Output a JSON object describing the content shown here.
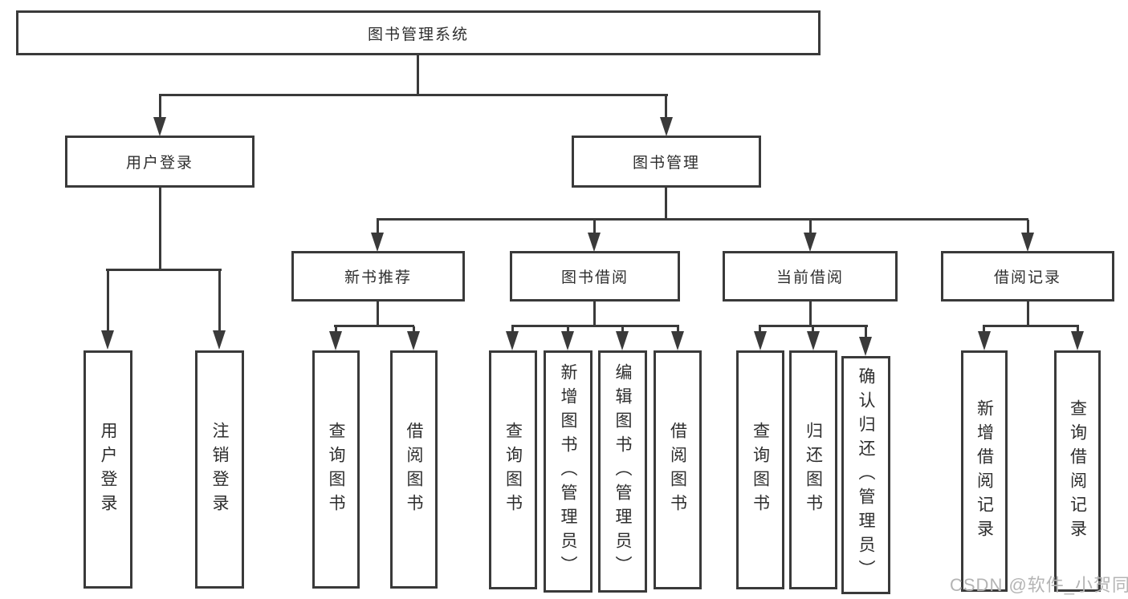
{
  "tree": {
    "label": "图书管理系统",
    "children": [
      {
        "label": "用户登录",
        "children": [
          {
            "label": "用户登录"
          },
          {
            "label": "注销登录"
          }
        ]
      },
      {
        "label": "图书管理",
        "children": [
          {
            "label": "新书推荐",
            "children": [
              {
                "label": "查询图书"
              },
              {
                "label": "借阅图书"
              }
            ]
          },
          {
            "label": "图书借阅",
            "children": [
              {
                "label": "查询图书"
              },
              {
                "label": "新增图书（管理员）"
              },
              {
                "label": "编辑图书（管理员）"
              },
              {
                "label": "借阅图书"
              }
            ]
          },
          {
            "label": "当前借阅",
            "children": [
              {
                "label": "查询图书"
              },
              {
                "label": "归还图书"
              },
              {
                "label": "确认归还（管理员）"
              }
            ]
          },
          {
            "label": "借阅记录",
            "children": [
              {
                "label": "新增借阅记录"
              },
              {
                "label": "查询借阅记录"
              }
            ]
          }
        ]
      }
    ]
  },
  "watermark": "CSDN @软件_小贺同学",
  "colors": {
    "line": "#3a3a3a",
    "text": "#2e2e2e",
    "watermark": "#b4b4b4",
    "background": "#ffffff"
  }
}
